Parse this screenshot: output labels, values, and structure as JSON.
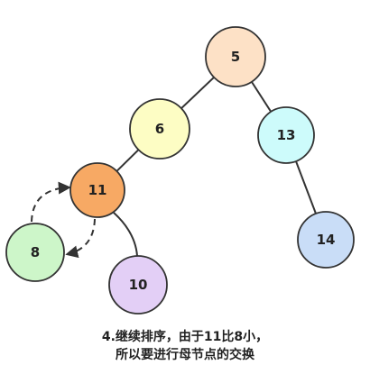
{
  "tree": {
    "nodes": [
      {
        "id": "n5",
        "label": "5",
        "fill": "#fde1c6",
        "stroke": "#333333"
      },
      {
        "id": "n6",
        "label": "6",
        "fill": "#fdfdc4",
        "stroke": "#333333"
      },
      {
        "id": "n13",
        "label": "13",
        "fill": "#cdfbfb",
        "stroke": "#333333"
      },
      {
        "id": "n11",
        "label": "11",
        "fill": "#f7a964",
        "stroke": "#333333"
      },
      {
        "id": "n14",
        "label": "14",
        "fill": "#c9ddf7",
        "stroke": "#333333"
      },
      {
        "id": "n8",
        "label": "8",
        "fill": "#cdf6c9",
        "stroke": "#333333"
      },
      {
        "id": "n10",
        "label": "10",
        "fill": "#e3cff6",
        "stroke": "#333333"
      }
    ],
    "edges": [
      {
        "from": "n5",
        "to": "n6"
      },
      {
        "from": "n5",
        "to": "n13"
      },
      {
        "from": "n6",
        "to": "n11"
      },
      {
        "from": "n13",
        "to": "n14"
      },
      {
        "from": "n11",
        "to": "n10"
      }
    ],
    "swap_arrows": [
      {
        "from": "n8",
        "to": "n11"
      },
      {
        "from": "n11",
        "to": "n8"
      }
    ],
    "edge_color": "#333333"
  },
  "caption": {
    "line1": "4.继续排序，由于11比8小，",
    "line2": "所以要进行母节点的交换"
  }
}
